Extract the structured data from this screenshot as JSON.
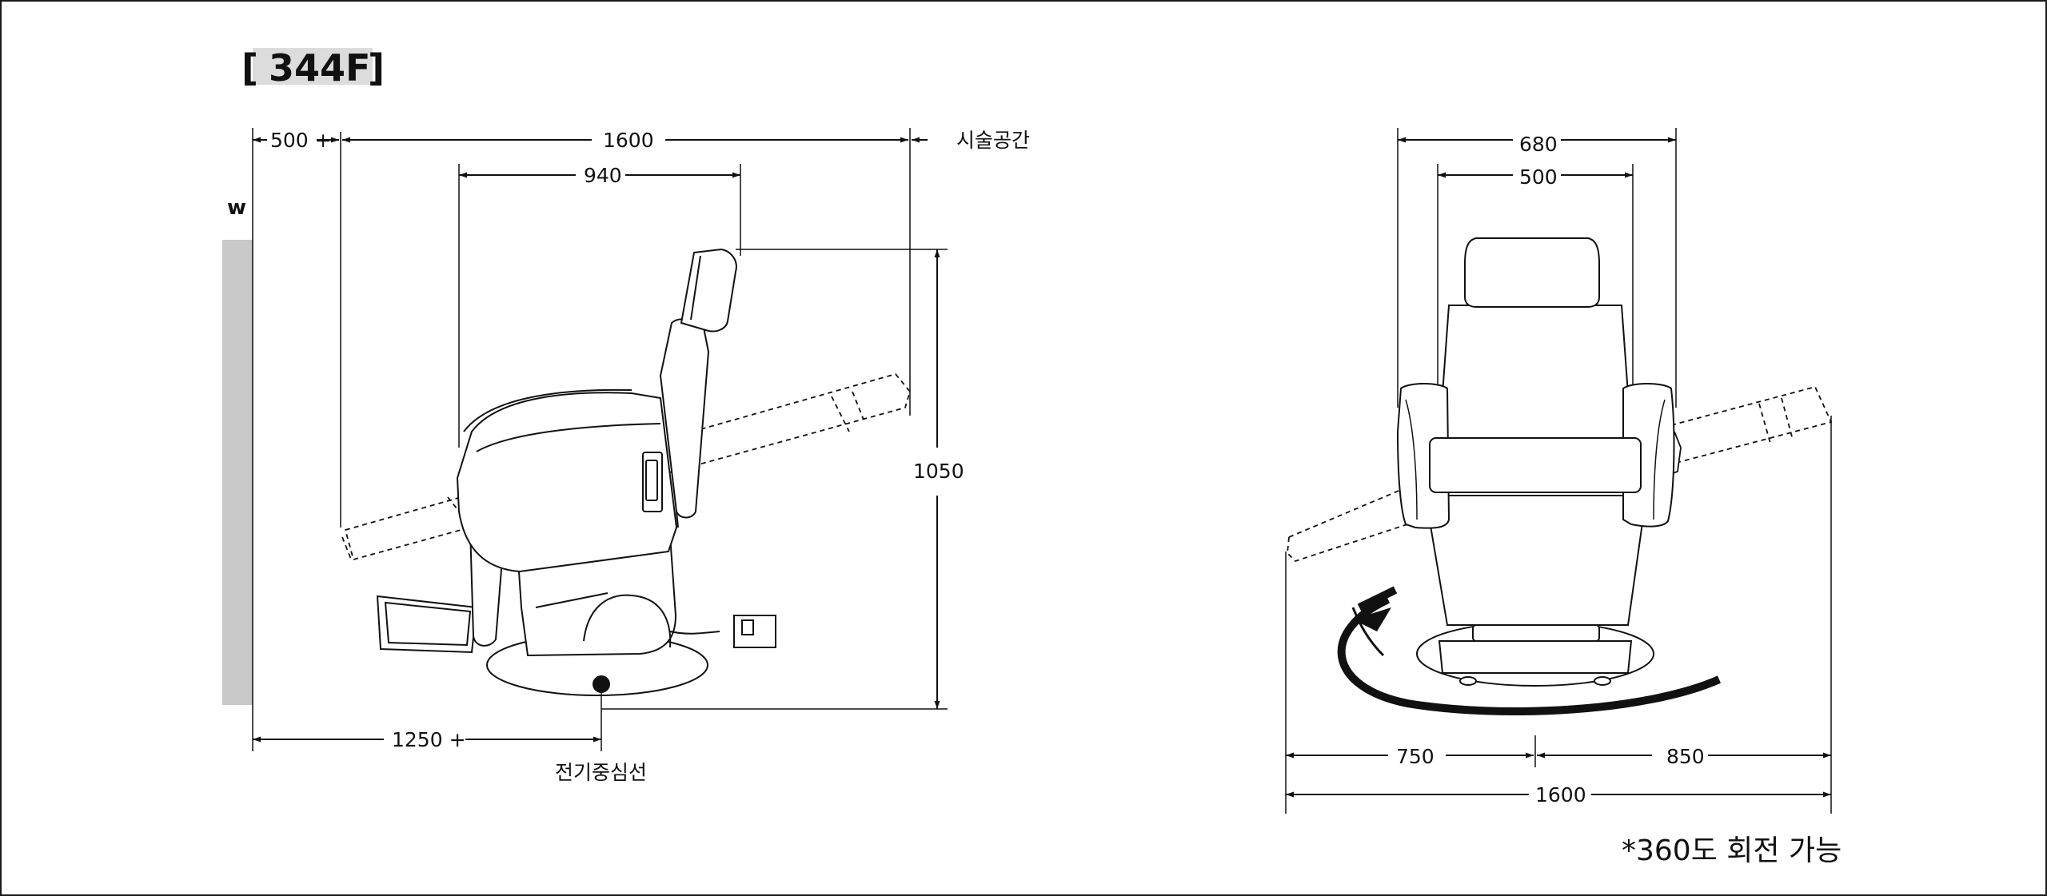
{
  "title": {
    "open_bracket": "[",
    "model": "344F",
    "close_bracket": "]",
    "highlight_color": "#dcdcdc"
  },
  "side_view": {
    "wall_label": "w",
    "dim_clearance": "500 +",
    "dim_overall_length": "1600",
    "label_treatment_space": "시술공간",
    "dim_chair_length": "940",
    "dim_height": "1050",
    "dim_wall_to_center": "1250 +",
    "label_power_center": "전기중심선",
    "wall_color": "#c8c8c8"
  },
  "front_view": {
    "dim_armrest_width": "680",
    "dim_seat_width": "500",
    "dim_left": "750",
    "dim_right": "850",
    "dim_total": "1600"
  },
  "note": "*360도 회전 가능",
  "colors": {
    "line": "#111111",
    "background": "#ffffff"
  }
}
